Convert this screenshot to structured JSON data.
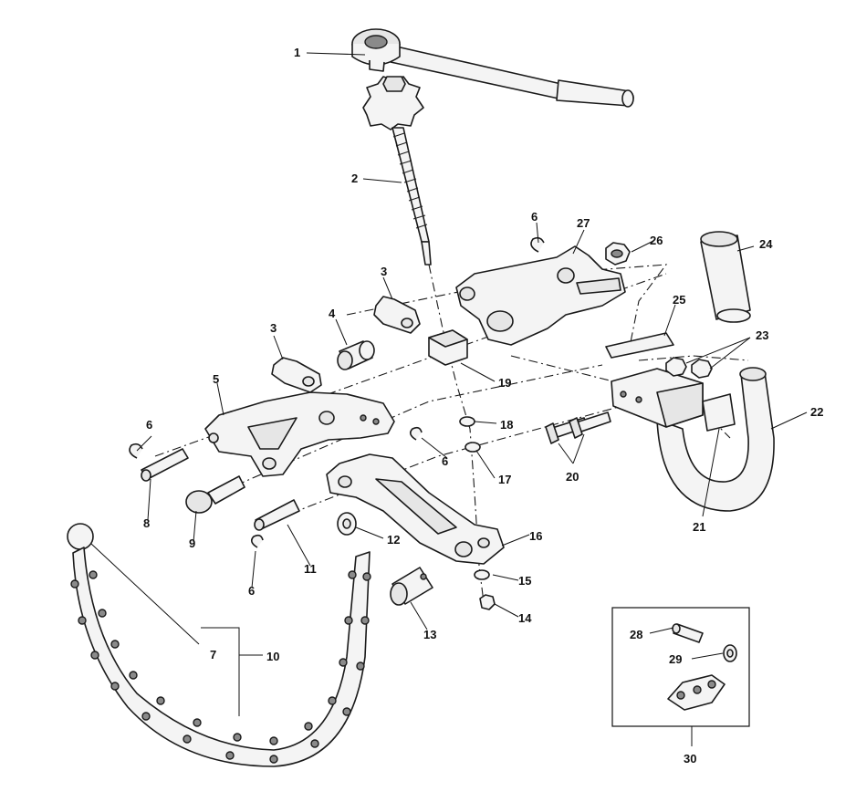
{
  "parts": [
    {
      "id": "1",
      "label": "1"
    },
    {
      "id": "2",
      "label": "2"
    },
    {
      "id": "3a",
      "label": "3"
    },
    {
      "id": "3b",
      "label": "3"
    },
    {
      "id": "4",
      "label": "4"
    },
    {
      "id": "5",
      "label": "5"
    },
    {
      "id": "6a",
      "label": "6"
    },
    {
      "id": "6b",
      "label": "6"
    },
    {
      "id": "6c",
      "label": "6"
    },
    {
      "id": "6d",
      "label": "6"
    },
    {
      "id": "7",
      "label": "7"
    },
    {
      "id": "8",
      "label": "8"
    },
    {
      "id": "9",
      "label": "9"
    },
    {
      "id": "10",
      "label": "10"
    },
    {
      "id": "11",
      "label": "11"
    },
    {
      "id": "12",
      "label": "12"
    },
    {
      "id": "13",
      "label": "13"
    },
    {
      "id": "14",
      "label": "14"
    },
    {
      "id": "15",
      "label": "15"
    },
    {
      "id": "16",
      "label": "16"
    },
    {
      "id": "17",
      "label": "17"
    },
    {
      "id": "18",
      "label": "18"
    },
    {
      "id": "19",
      "label": "19"
    },
    {
      "id": "20",
      "label": "20"
    },
    {
      "id": "21",
      "label": "21"
    },
    {
      "id": "22",
      "label": "22"
    },
    {
      "id": "23",
      "label": "23"
    },
    {
      "id": "24",
      "label": "24"
    },
    {
      "id": "25",
      "label": "25"
    },
    {
      "id": "26",
      "label": "26"
    },
    {
      "id": "27",
      "label": "27"
    },
    {
      "id": "28",
      "label": "28"
    },
    {
      "id": "29",
      "label": "29"
    },
    {
      "id": "30",
      "label": "30"
    }
  ]
}
